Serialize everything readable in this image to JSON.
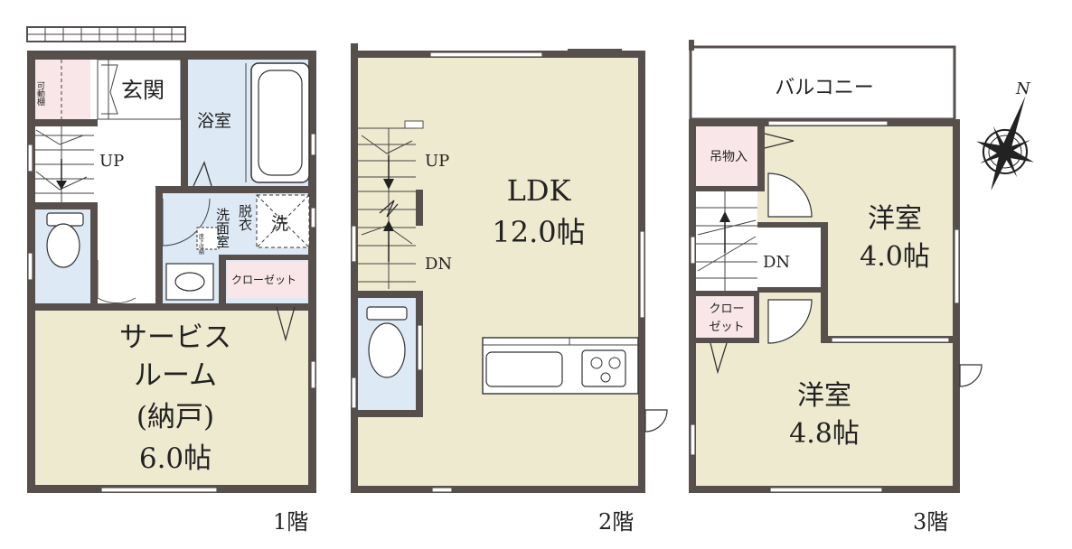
{
  "colors": {
    "wall": "#574f4c",
    "room_floor": "#eeead0",
    "wet_area": "#dde9f5",
    "storage": "#f8e6e8",
    "background": "#ffffff"
  },
  "floor1": {
    "floor_label": "1階",
    "storage_shelf": "可動棚",
    "entrance": "玄関",
    "bathroom": "浴室",
    "washroom": "洗面室",
    "dressing": "脱衣",
    "washer": "洗",
    "underfloor": "床下収納",
    "closet": "クローゼット",
    "stairs_up": "UP",
    "service_room": {
      "line1": "サービス",
      "line2": "ルーム",
      "line3": "(納戸)",
      "size": "6.0帖"
    }
  },
  "floor2": {
    "floor_label": "2階",
    "stairs_up": "UP",
    "stairs_down": "DN",
    "ldk": {
      "name": "LDK",
      "size": "12.0帖"
    }
  },
  "floor3": {
    "floor_label": "3階",
    "balcony": "バルコニー",
    "hanging_storage": "吊物入",
    "stairs_down": "DN",
    "closet_line1": "クロー",
    "closet_line2": "ゼット",
    "room_a": {
      "name": "洋室",
      "size": "4.0帖"
    },
    "room_b": {
      "name": "洋室",
      "size": "4.8帖"
    }
  },
  "compass": {
    "north": "N",
    "icon": "compass-rose-icon"
  }
}
